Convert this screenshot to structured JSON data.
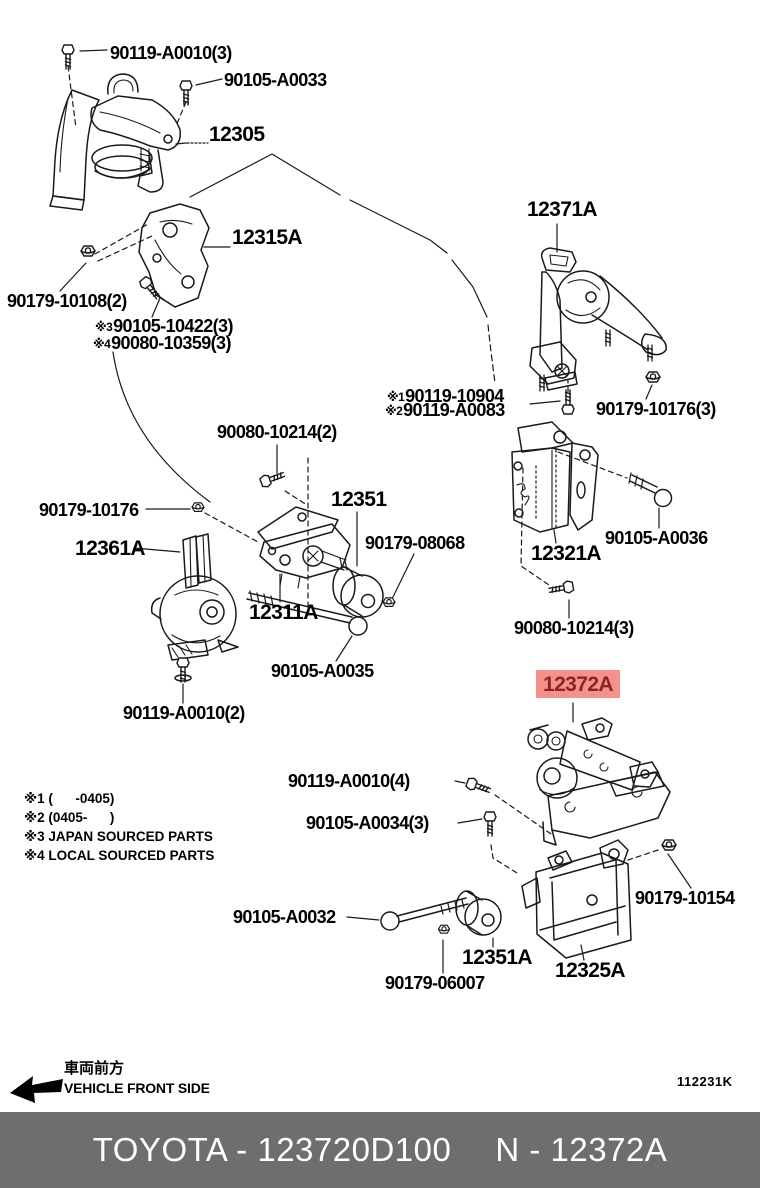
{
  "diagram": {
    "drawing_code": "112231K",
    "highlight_color": "#f4918a",
    "highlight_text_color": "#8c2423",
    "footer_bar_color": "#6e6e6e",
    "labels": {
      "a0010_3": {
        "text": "90119-A0010(3)"
      },
      "a0033": {
        "text": "90105-A0033"
      },
      "p12305": {
        "text": "12305"
      },
      "p12315a": {
        "text": "12315A"
      },
      "n10108": {
        "text": "90179-10108(2)"
      },
      "s3": {
        "prefix": "※3",
        "text": "90105-10422(3)"
      },
      "s4": {
        "prefix": "※4",
        "text": "90080-10359(3)"
      },
      "p12371a": {
        "text": "12371A"
      },
      "s1": {
        "prefix": "※1",
        "text": "90119-10904"
      },
      "s2": {
        "prefix": "※2",
        "text": "90119-A0083"
      },
      "n10176_3": {
        "text": "90179-10176(3)"
      },
      "b10214_2": {
        "text": "90080-10214(2)"
      },
      "n10176": {
        "text": "90179-10176"
      },
      "p12361a": {
        "text": "12361A"
      },
      "p12351": {
        "text": "12351"
      },
      "b08068": {
        "text": "90179-08068"
      },
      "p12311a": {
        "text": "12311A"
      },
      "p12321a": {
        "text": "12321A"
      },
      "a0036": {
        "text": "90105-A0036"
      },
      "a0035": {
        "text": "90105-A0035"
      },
      "b10214_3": {
        "text": "90080-10214(3)"
      },
      "a0010_2": {
        "text": "90119-A0010(2)"
      },
      "p12372a": {
        "text": "12372A"
      },
      "a0010_4": {
        "text": "90119-A0010(4)"
      },
      "a0034_3": {
        "text": "90105-A0034(3)"
      },
      "n10154": {
        "text": "90179-10154"
      },
      "a0032": {
        "text": "90105-A0032"
      },
      "p12351a": {
        "text": "12351A"
      },
      "b06007": {
        "text": "90179-06007"
      },
      "p12325a": {
        "text": "12325A"
      }
    },
    "legend": {
      "line1": "※1 (      -0405)",
      "line2": "※2 (0405-      )",
      "line3": "※3 JAPAN SOURCED PARTS",
      "line4": "※4 LOCAL SOURCED PARTS"
    },
    "front_marker": {
      "jp": "車両前方",
      "en": "VEHICLE FRONT SIDE"
    },
    "footer": {
      "left": "TOYOTA - 123720D100",
      "right": "N - 12372A"
    }
  }
}
